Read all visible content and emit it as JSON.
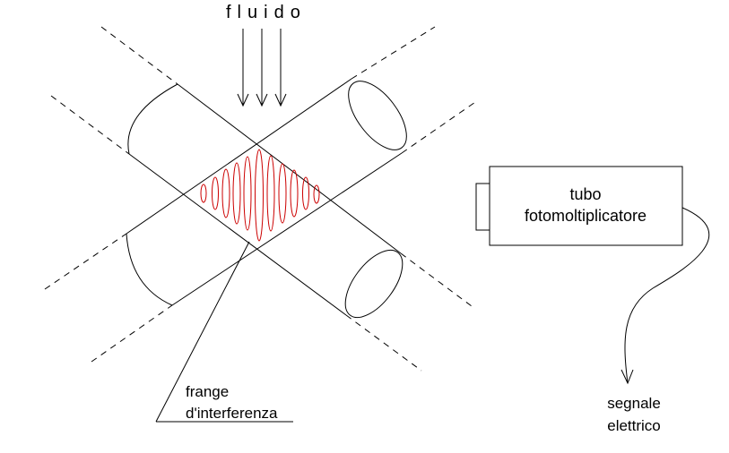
{
  "labels": {
    "fluid": "fluido",
    "fringes_line1": "frange",
    "fringes_line2": "d'interferenza",
    "pmt_line1": "tubo",
    "pmt_line2": "fotomoltiplicatore",
    "signal_line1": "segnale",
    "signal_line2": "elettrico"
  },
  "colors": {
    "lines": "#000000",
    "fringes": "#cc0000",
    "background": "#ffffff"
  },
  "icons": {
    "flow_arrows": "down-arrow-icon",
    "signal_arrow": "down-arrow-icon"
  }
}
